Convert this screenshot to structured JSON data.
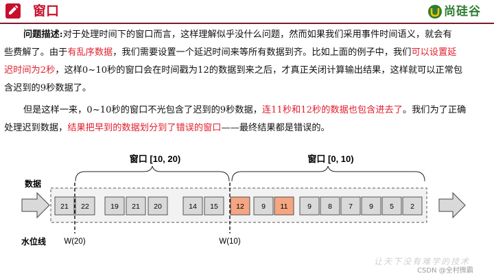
{
  "header": {
    "title": "窗口",
    "logo_text": "尚硅谷"
  },
  "paragraph1": {
    "label": "问题描述:",
    "line1_a": "对于处理时间下的窗口而言，这样理解似乎没什么问题，然而如果我们采用事件时间语义，就会有",
    "line2_a": "些费解了。由于",
    "line2_red1": "有乱序数据",
    "line2_b": "，我们需要设置一个延迟时间来等所有数据到齐。比如上面的例子中，我们",
    "line2_red2": "可以设置延",
    "line3_red": "迟时间为2秒",
    "line3_b": "，这样0~10秒的窗口会在时间戳为12的数据到来之后，才真正关闭计算输出结果，这样就可以正常包",
    "line4": "含迟到的9秒数据了。"
  },
  "paragraph2": {
    "line1_a": "但是这样一来，0~10秒的窗口不光包含了迟到的9秒数据，",
    "line1_red": "连11秒和12秒的数据也包含进去了",
    "line1_b": "。我们为了正确",
    "line2_a": "处理迟到数据，",
    "line2_red": "结果把早到的数据划分到了错误的窗口",
    "line2_b": "——最终结果都是错误的。"
  },
  "diagram": {
    "window_left_label": "窗口 [10, 20)",
    "window_right_label": "窗口 [0, 10)",
    "data_label": "数据",
    "watermark_label": "水位线",
    "marker_left": "W(20)",
    "marker_right": "W(10)",
    "boxes": [
      {
        "value": "21",
        "color": "#d9d9d9"
      },
      {
        "value": "22",
        "color": "#d9d9d9"
      },
      {
        "value": "19",
        "color": "#d9d9d9"
      },
      {
        "value": "21",
        "color": "#d9d9d9"
      },
      {
        "value": "20",
        "color": "#d9d9d9"
      },
      {
        "value": "14",
        "color": "#d9d9d9"
      },
      {
        "value": "15",
        "color": "#d9d9d9"
      },
      {
        "value": "12",
        "color": "#f4a582"
      },
      {
        "value": "9",
        "color": "#d9d9d9"
      },
      {
        "value": "11",
        "color": "#f4a582"
      },
      {
        "value": "9",
        "color": "#d9d9d9"
      },
      {
        "value": "8",
        "color": "#d9d9d9"
      },
      {
        "value": "7",
        "color": "#d9d9d9"
      },
      {
        "value": "9",
        "color": "#d9d9d9"
      },
      {
        "value": "5",
        "color": "#d9d9d9"
      },
      {
        "value": "2",
        "color": "#d9d9d9"
      }
    ]
  },
  "footer": {
    "slogan": "让天下没有难学的技术",
    "watermark": "CSDN @全村微霸"
  },
  "colors": {
    "title_red": "#c8102e",
    "accent_red": "#e0202e",
    "header_rule": "#7a1b2c",
    "logo_green": "#2e7d32",
    "late_box": "#f4a582"
  }
}
